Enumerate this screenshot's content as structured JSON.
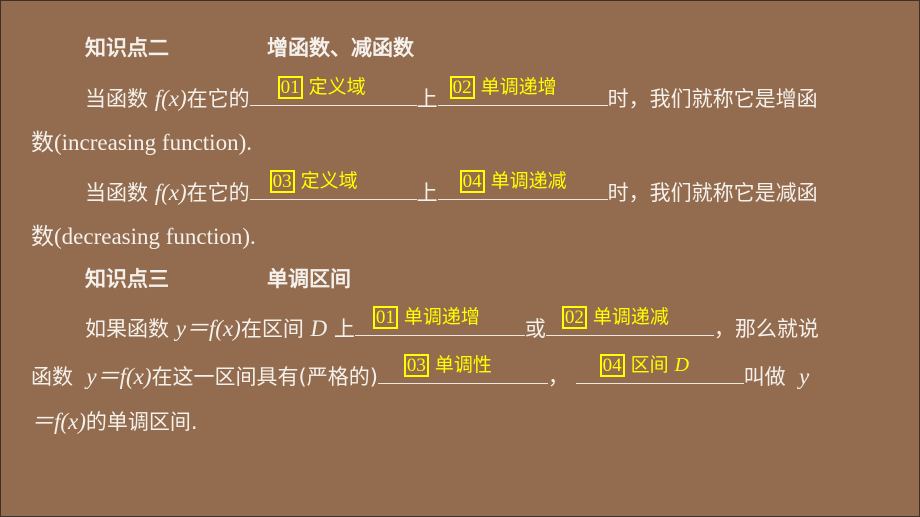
{
  "section2": {
    "label": "知识点二",
    "title": "增函数、减函数",
    "para1": {
      "prefix": "当函数",
      "fx": "f(x)",
      "mid1": "在它的",
      "blank1": {
        "num": "01",
        "answer": "定义域"
      },
      "mid2": "上",
      "blank2": {
        "num": "02",
        "answer": "单调递增"
      },
      "suffix": "时，我们就称它是增函",
      "line2": "数(increasing function)."
    },
    "para2": {
      "prefix": "当函数",
      "fx": "f(x)",
      "mid1": "在它的",
      "blank1": {
        "num": "03",
        "answer": "定义域"
      },
      "mid2": "上",
      "blank2": {
        "num": "04",
        "answer": "单调递减"
      },
      "suffix": "时，我们就称它是减函",
      "line2": "数(decreasing function)."
    }
  },
  "section3": {
    "label": "知识点三",
    "title": "单调区间",
    "line1": {
      "prefix": "如果函数",
      "eq": "y＝f(x)",
      "mid": "在区间",
      "D": "D",
      "mid2": "上",
      "blank1": {
        "num": "01",
        "answer": "单调递增"
      },
      "or": "或",
      "blank2": {
        "num": "02",
        "answer": "单调递减"
      },
      "suffix": "，那么就说"
    },
    "line2": {
      "prefix": "函数",
      "eq": "y＝f(x)",
      "mid": "在这一区间具有(严格的)",
      "blank3": {
        "num": "03",
        "answer": "单调性"
      },
      "comma": "，",
      "blank4": {
        "num": "04",
        "answer": "区间",
        "answer_var": "D"
      },
      "suffix": "叫做",
      "y": "y"
    },
    "line3": {
      "eq": "＝f(x)",
      "suffix": "的单调区间."
    }
  },
  "colors": {
    "background": "#936b4e",
    "text": "#f4f1ec",
    "answer": "#ffff00",
    "border": "#3f3128"
  }
}
